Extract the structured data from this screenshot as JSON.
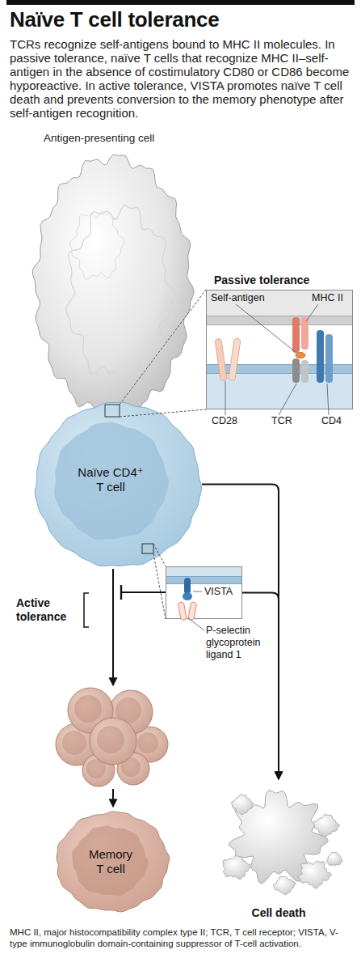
{
  "diagram": {
    "title": "Naïve T cell tolerance",
    "caption": "TCRs recognize self-antigens bound to MHC II molecules. In passive tolerance, naïve T cells that recognize MHC II–self-antigen in the absence of costimulatory CD80 or CD86 become hyporeactive. In active tolerance, VISTA promotes naïve T cell death and prevents conversion to the memory phenotype after self-antigen recognition.",
    "nodes": [
      {
        "text": [
          "Antigen-presenting cell"
        ]
      },
      {
        "text": [
          "Passive tolerance"
        ]
      },
      {
        "text": [
          "Naïve CD4⁺ T cell"
        ]
      },
      {
        "text": [
          "VISTA",
          "P-selectin glycoprotein ligand 1"
        ]
      },
      {
        "text": [
          "Memory T cell"
        ]
      },
      {
        "text": [
          "Cell death"
        ]
      }
    ],
    "edges": [
      {
        "from": 2,
        "to": 5,
        "arrow": "to"
      },
      {
        "from": 3,
        "to": 5,
        "arrow": "to"
      }
    ],
    "labels": [
      "Self-antigen",
      "MHC II",
      "CD28",
      "TCR",
      "CD4",
      "Active tolerance",
      "MHC II, major histocompatibility complex type II; TCR, T cell receptor; VISTA, V-type immunoglobulin domain-containing suppressor of T-cell activation."
    ]
  }
}
